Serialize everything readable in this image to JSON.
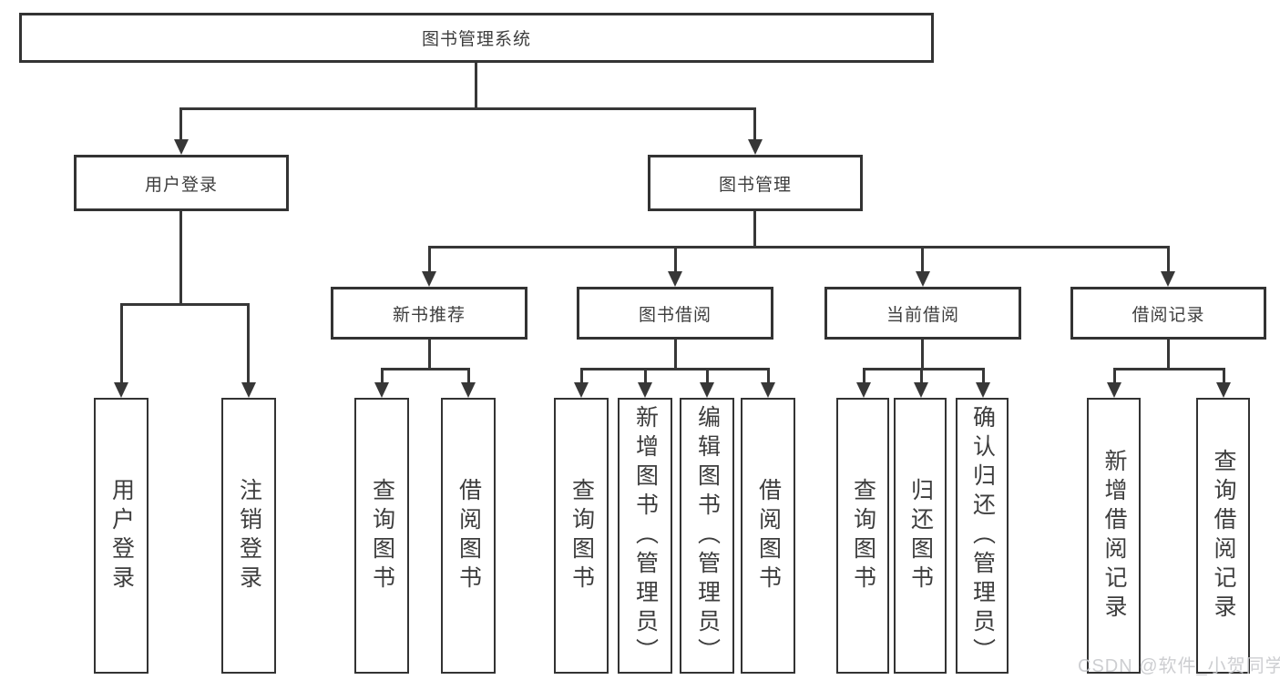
{
  "diagram": {
    "root": "图书管理系统",
    "level2": [
      {
        "label": "用户登录"
      },
      {
        "label": "图书管理"
      }
    ],
    "level3": [
      {
        "label": "新书推荐",
        "parent": "图书管理"
      },
      {
        "label": "图书借阅",
        "parent": "图书管理"
      },
      {
        "label": "当前借阅",
        "parent": "图书管理"
      },
      {
        "label": "借阅记录",
        "parent": "图书管理"
      }
    ],
    "leaves": [
      {
        "label": "用户登录",
        "parent": "用户登录"
      },
      {
        "label": "注销登录",
        "parent": "用户登录"
      },
      {
        "label": "查询图书",
        "parent": "新书推荐"
      },
      {
        "label": "借阅图书",
        "parent": "新书推荐"
      },
      {
        "label": "查询图书",
        "parent": "图书借阅"
      },
      {
        "label": "新增图书（管理员）",
        "parent": "图书借阅"
      },
      {
        "label": "编辑图书（管理员）",
        "parent": "图书借阅"
      },
      {
        "label": "借阅图书",
        "parent": "图书借阅"
      },
      {
        "label": "查询图书",
        "parent": "当前借阅"
      },
      {
        "label": "归还图书",
        "parent": "当前借阅"
      },
      {
        "label": "确认归还（管理员）",
        "parent": "当前借阅"
      },
      {
        "label": "新增借阅记录",
        "parent": "借阅记录"
      },
      {
        "label": "查询借阅记录",
        "parent": "借阅记录"
      }
    ],
    "watermark": "CSDN @软件_小贺同学",
    "colors": {
      "line": "#373737",
      "border": "#333333",
      "text": "#3d3d3d",
      "watermark": "#c9cacd"
    }
  }
}
